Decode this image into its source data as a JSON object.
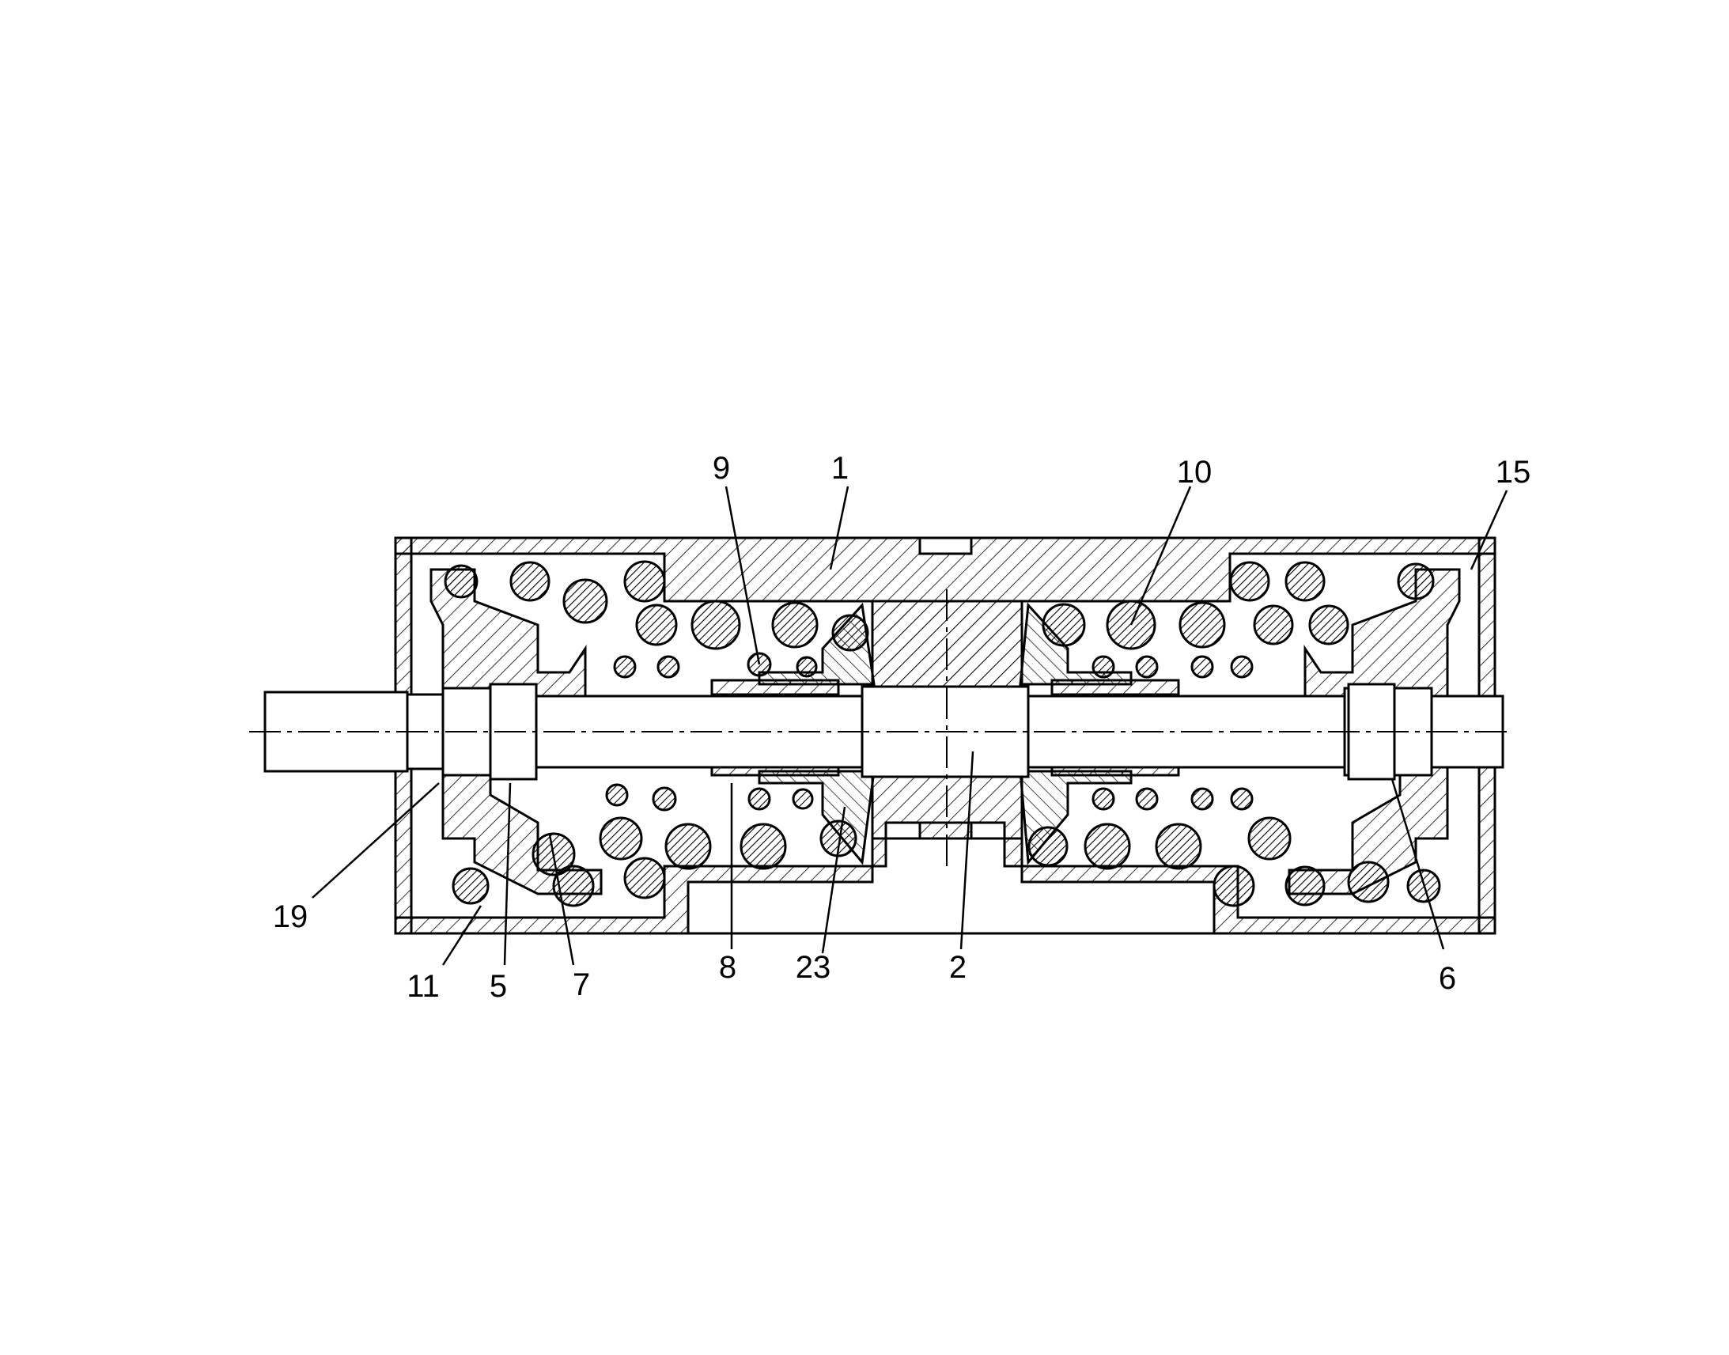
{
  "figure": {
    "labels": {
      "l1": "1",
      "l2": "2",
      "l5": "5",
      "l6": "6",
      "l7": "7",
      "l8": "8",
      "l9": "9",
      "l10": "10",
      "l11": "11",
      "l15": "15",
      "l19": "19",
      "l23": "23"
    }
  }
}
